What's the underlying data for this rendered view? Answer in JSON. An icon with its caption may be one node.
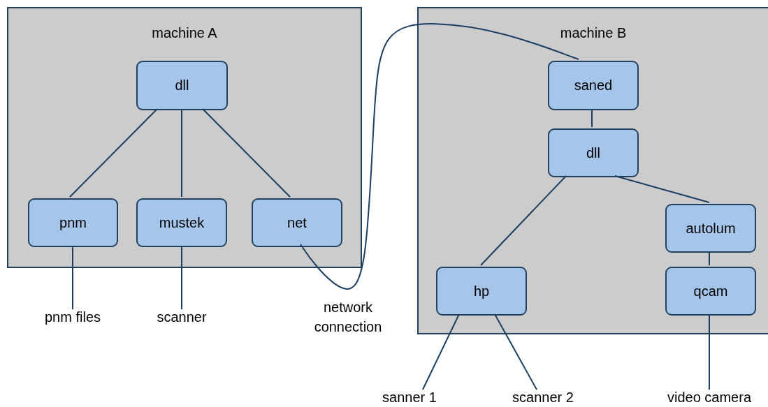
{
  "diagram": {
    "nodes": [
      {
        "text": [
          "machine A"
        ]
      },
      {
        "text": [
          "dll"
        ],
        "in": 0
      },
      {
        "text": [
          "pnm"
        ],
        "in": 0
      },
      {
        "text": [
          "mustek"
        ],
        "in": 0
      },
      {
        "text": [
          "net"
        ],
        "in": 0
      },
      {
        "text": [
          "machine B"
        ]
      },
      {
        "text": [
          "saned"
        ],
        "in": 5
      },
      {
        "text": [
          "dll"
        ],
        "in": 5
      },
      {
        "text": [
          "autolum"
        ],
        "in": 5
      },
      {
        "text": [
          "hp"
        ],
        "in": 5
      },
      {
        "text": [
          "qcam"
        ],
        "in": 5
      },
      {
        "text": [
          "pnm files"
        ]
      },
      {
        "text": [
          "scanner"
        ]
      },
      {
        "text": [
          "sanner 1"
        ]
      },
      {
        "text": [
          "scanner 2"
        ]
      },
      {
        "text": [
          "video camera"
        ]
      }
    ],
    "edges": [
      {
        "from": 1,
        "to": 2,
        "arrow": "none"
      },
      {
        "from": 1,
        "to": 3,
        "arrow": "none"
      },
      {
        "from": 1,
        "to": 4,
        "arrow": "none"
      },
      {
        "from": 2,
        "to": 11,
        "arrow": "none"
      },
      {
        "from": 3,
        "to": 12,
        "arrow": "none"
      },
      {
        "from": 4,
        "to": 6,
        "arrow": "none",
        "label": "network connection"
      },
      {
        "from": 6,
        "to": 7,
        "arrow": "none"
      },
      {
        "from": 7,
        "to": 9,
        "arrow": "none"
      },
      {
        "from": 7,
        "to": 8,
        "arrow": "none"
      },
      {
        "from": 8,
        "to": 10,
        "arrow": "none"
      },
      {
        "from": 9,
        "to": 13,
        "arrow": "none"
      },
      {
        "from": 9,
        "to": 14,
        "arrow": "none"
      },
      {
        "from": 10,
        "to": 15,
        "arrow": "none"
      }
    ]
  }
}
